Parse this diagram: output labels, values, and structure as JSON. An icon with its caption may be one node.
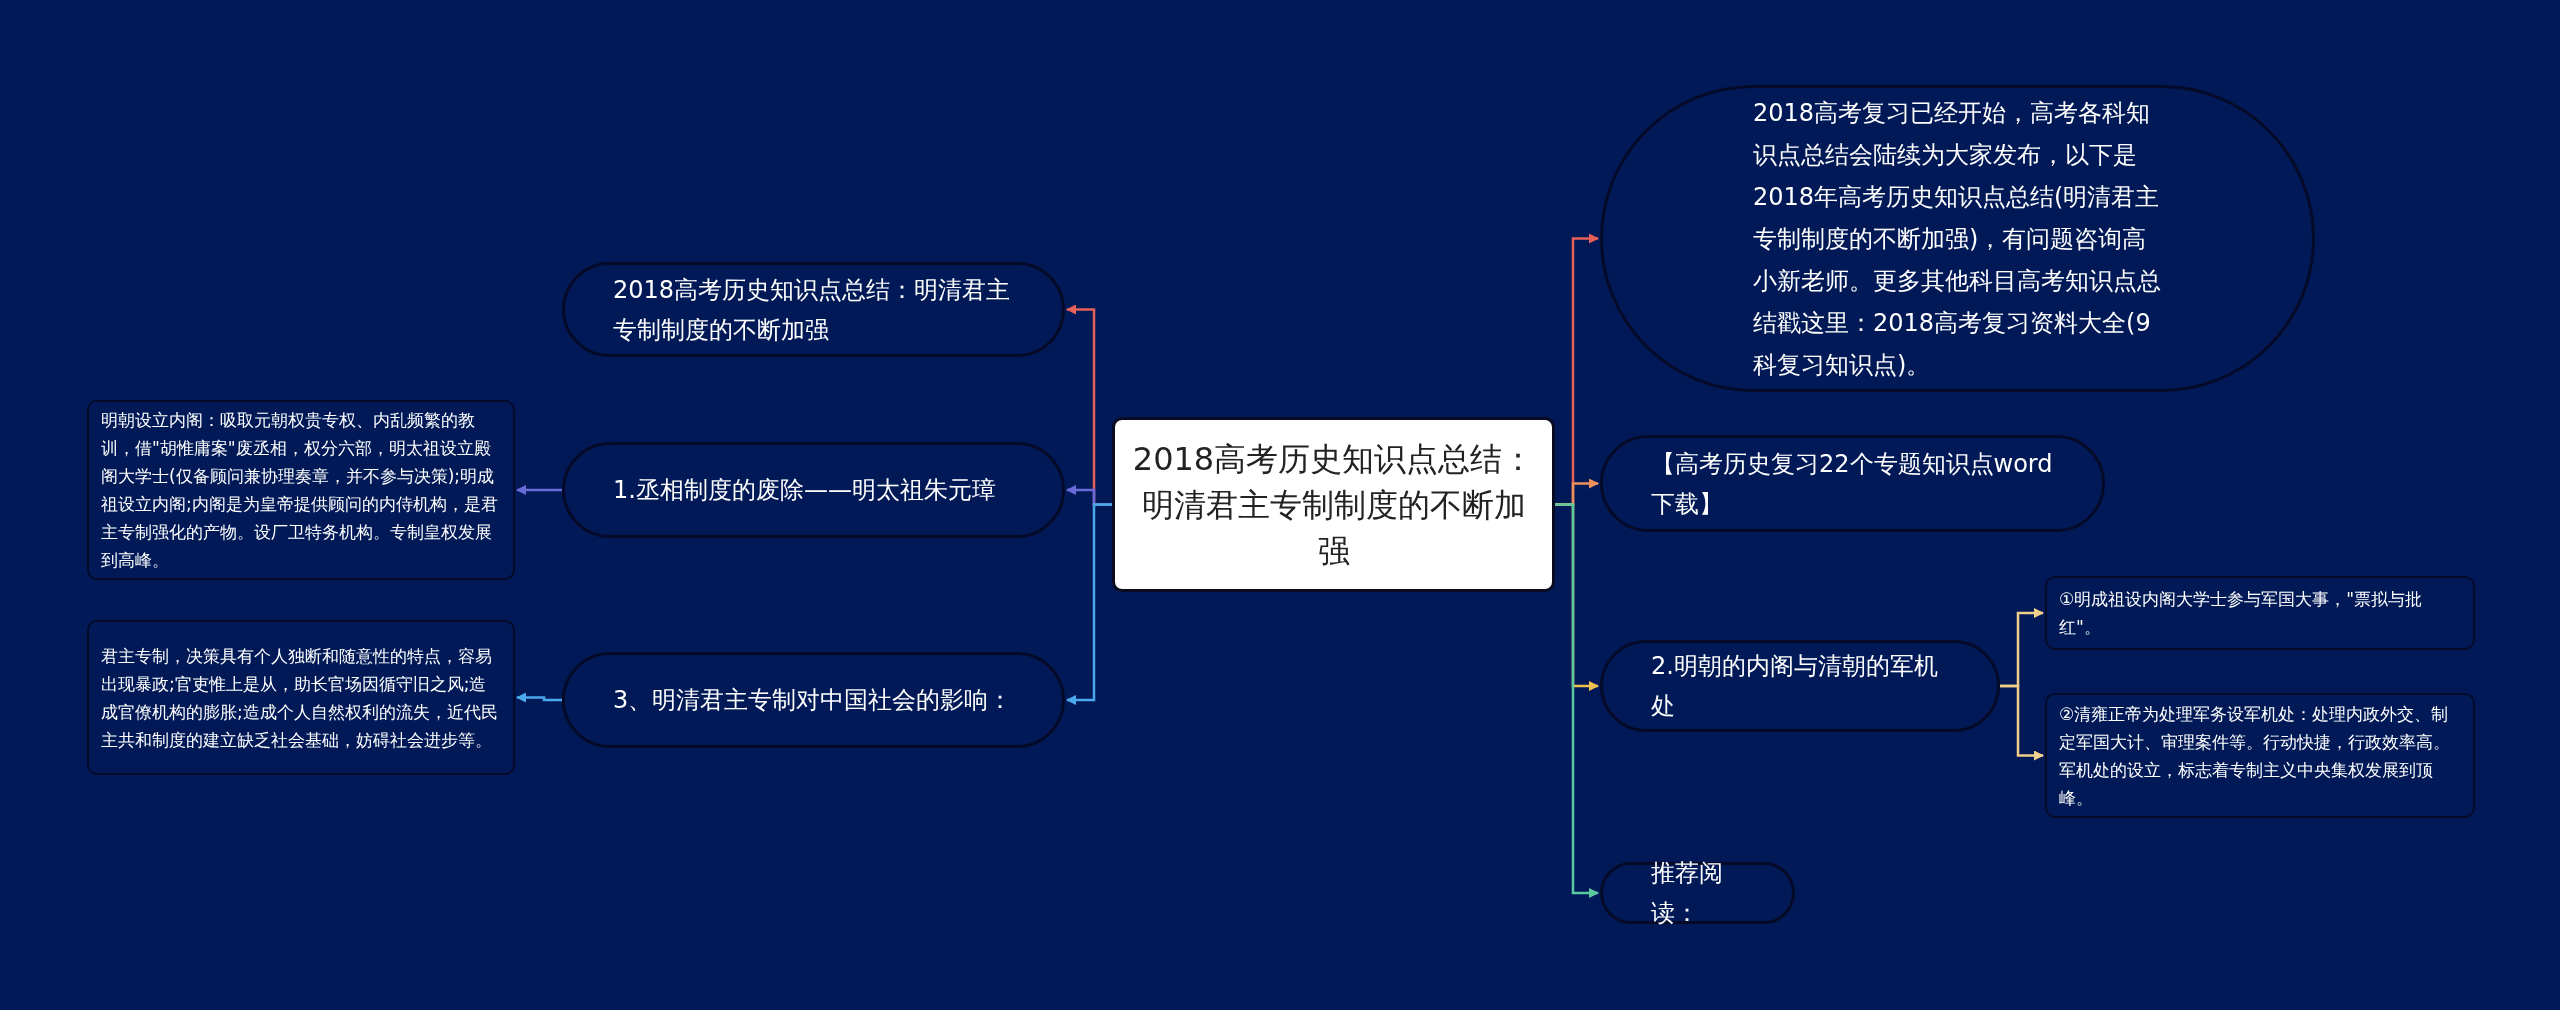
{
  "diagram": {
    "nodes": [
      {
        "text": [
          "2018高考历史知识点总结：明清君主专制制度的不断加强"
        ]
      },
      {
        "text": [
          "2018高考历史知识点总结：明清君主专制制度的不断加强"
        ]
      },
      {
        "text": [
          "1.丞相制度的废除——明太祖朱元璋"
        ]
      },
      {
        "text": [
          "明朝设立内阁：吸取元朝权贵专权、内乱频繁的教训，借\"胡惟庸案\"废丞相，权分六部，明太祖设立殿阁大学士(仅备顾问兼协理奏章，并不参与决策);明成祖设立内阁;内阁是为皇帝提供顾问的内侍机构，是君主专制强化的产物。设厂卫特务机构。专制皇权发展到高峰。"
        ]
      },
      {
        "text": [
          "3、明清君主专制对中国社会的影响："
        ]
      },
      {
        "text": [
          "君主专制，决策具有个人独断和随意性的特点，容易出现暴政;官吏惟上是从，助长官场因循守旧之风;造成官僚机构的膨胀;造成个人自然权利的流失，近代民主共和制度的建立缺乏社会基础，妨碍社会进步等。"
        ]
      },
      {
        "text": [
          "2018高考复习已经开始，高考各科知识点总结会陆续为大家发布，以下是2018年高考历史知识点总结(明清君主专制制度的不断加强)，有问题咨询高小新老师。更多其他科目高考知识点总结戳这里：2018高考复习资料大全(9科复习知识点)。"
        ]
      },
      {
        "text": [
          "【高考历史复习22个专题知识点word下载】"
        ]
      },
      {
        "text": [
          "2.明朝的内阁与清朝的军机处"
        ]
      },
      {
        "text": [
          "①明成祖设内阁大学士参与军国大事，\"票拟与批红\"。"
        ]
      },
      {
        "text": [
          "②清雍正帝为处理军务设军机处：处理内政外交、制定军国大计、审理案件等。行动快捷，行政效率高。军机处的设立，标志着专制主义中央集权发展到顶峰。"
        ]
      },
      {
        "text": [
          "推荐阅读："
        ]
      }
    ],
    "edges": [
      {
        "from": 0,
        "to": 1,
        "arrow": "to",
        "color": "#e8605a"
      },
      {
        "from": 0,
        "to": 2,
        "arrow": "to",
        "color": "#6a6ad8"
      },
      {
        "from": 2,
        "to": 3,
        "arrow": "to",
        "color": "#6a6ad8"
      },
      {
        "from": 0,
        "to": 4,
        "arrow": "to",
        "color": "#4ca8ec"
      },
      {
        "from": 4,
        "to": 5,
        "arrow": "to",
        "color": "#4ca8ec"
      },
      {
        "from": 0,
        "to": 6,
        "arrow": "to",
        "color": "#e8605a"
      },
      {
        "from": 0,
        "to": 7,
        "arrow": "to",
        "color": "#f0905a"
      },
      {
        "from": 0,
        "to": 8,
        "arrow": "to",
        "color": "#f0c050"
      },
      {
        "from": 8,
        "to": 9,
        "arrow": "to",
        "color": "#f0d08a"
      },
      {
        "from": 8,
        "to": 10,
        "arrow": "to",
        "color": "#f0d08a"
      },
      {
        "from": 0,
        "to": 11,
        "arrow": "to",
        "color": "#5cc8a0"
      }
    ]
  }
}
